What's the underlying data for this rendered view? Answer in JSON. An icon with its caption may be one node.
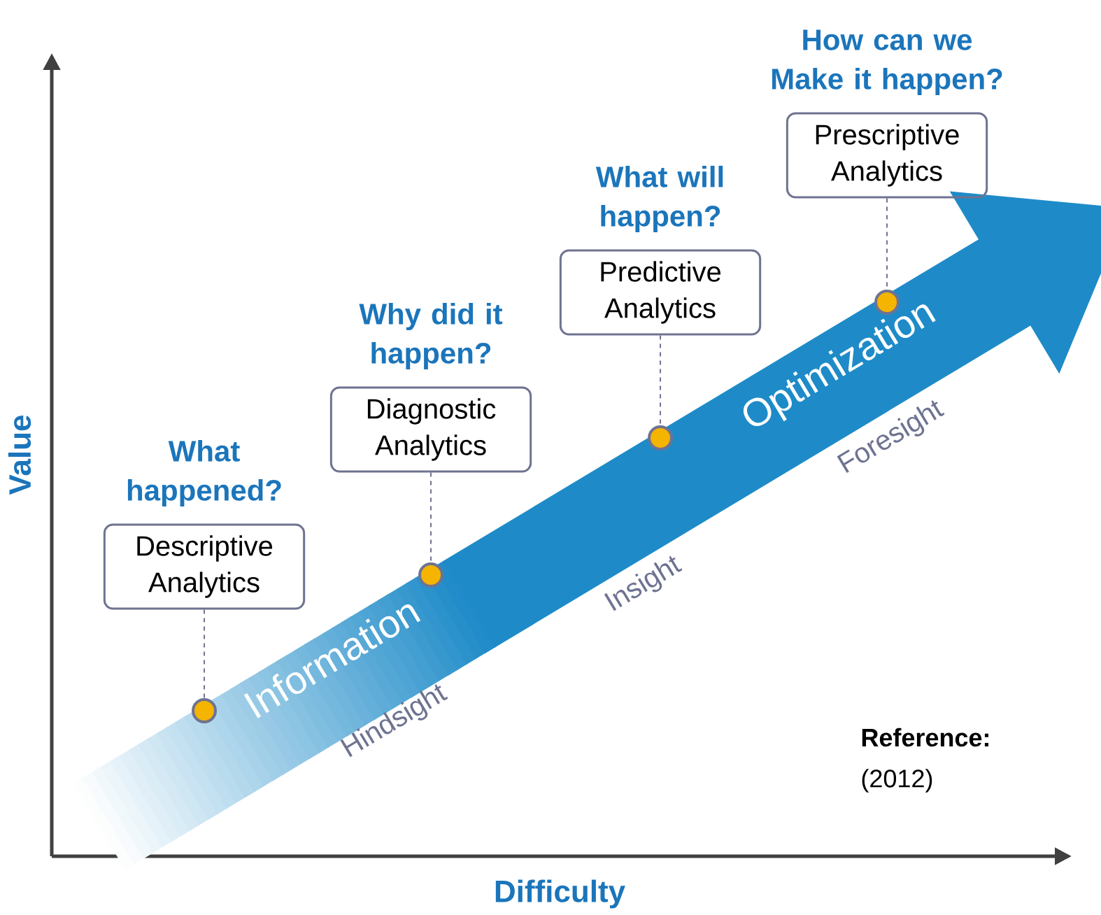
{
  "diagram": {
    "nodes": [
      {
        "text": [
          "What happened?",
          "Descriptive Analytics"
        ]
      },
      {
        "text": [],
        "shape": "circle"
      },
      {
        "text": [
          "Why did it happen?",
          "Diagnostic Analytics"
        ]
      },
      {
        "text": [],
        "shape": "circle"
      },
      {
        "text": [
          "What will happen?",
          "Predictive Analytics"
        ]
      },
      {
        "text": [],
        "shape": "circle"
      },
      {
        "text": [
          "How can we Make it happen?",
          "Prescriptive Analytics"
        ]
      },
      {
        "text": [],
        "shape": "circle"
      }
    ],
    "edges": [
      {
        "from": 0,
        "to": 1,
        "arrow": "none",
        "style": "dashed"
      },
      {
        "from": 2,
        "to": 3,
        "arrow": "none",
        "style": "dashed"
      },
      {
        "from": 4,
        "to": 5,
        "arrow": "none",
        "style": "dashed"
      },
      {
        "from": 6,
        "to": 7,
        "arrow": "none",
        "style": "dashed"
      }
    ],
    "labels": [
      "Information",
      "Optimization",
      "Hindsight",
      "Insight",
      "Foresight",
      "Value",
      "Difficulty",
      "Reference:",
      "(2012)"
    ]
  }
}
